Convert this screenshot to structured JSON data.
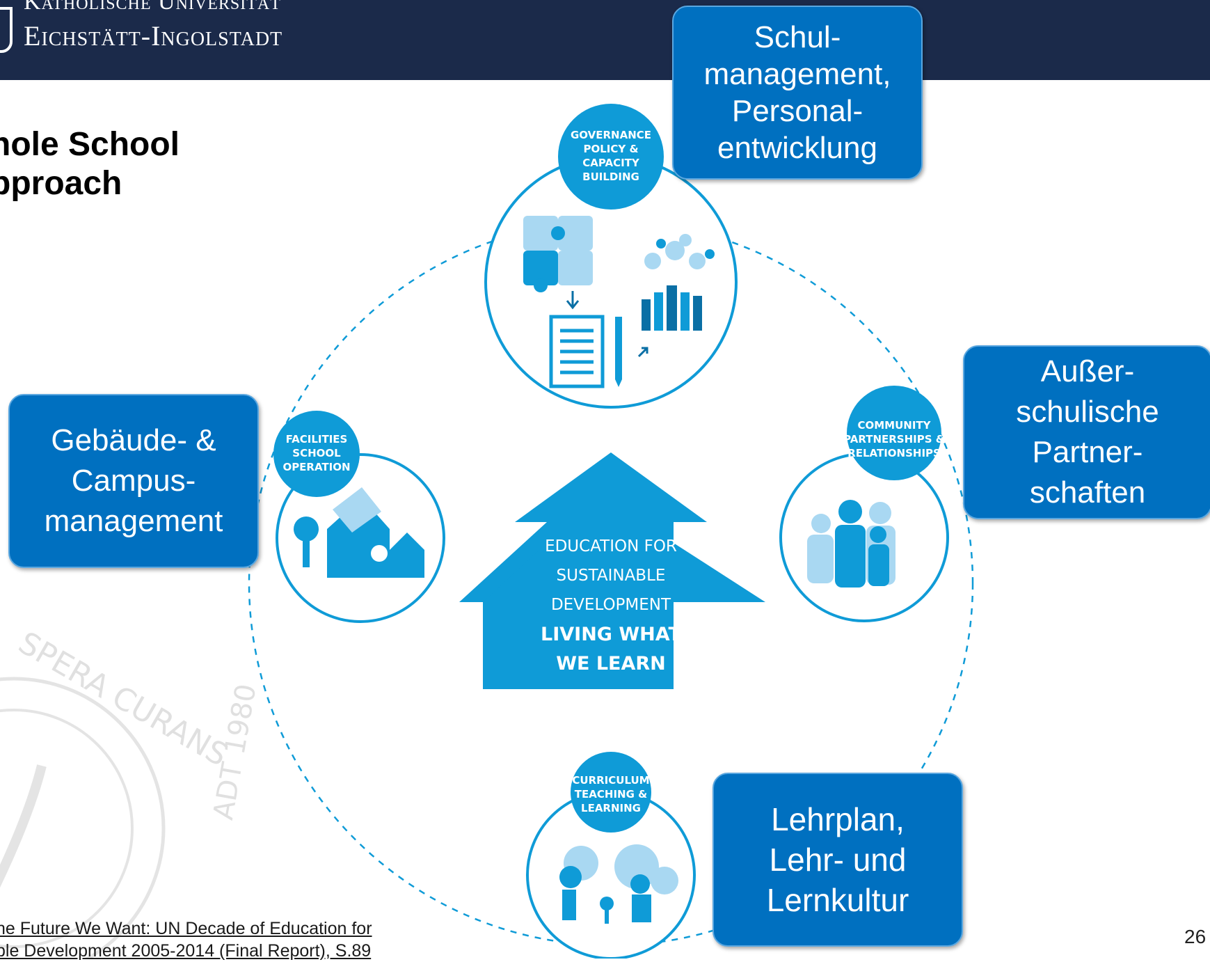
{
  "header": {
    "university_line1": "Katholische Universität",
    "university_line2": "Eichstätt-Ingolstadt"
  },
  "title": {
    "line1": "hole School",
    "line2": "pproach"
  },
  "center": {
    "line1": "EDUCATION FOR",
    "line2": "SUSTAINABLE",
    "line3": "DEVELOPMENT",
    "line4": "LIVING WHAT",
    "line5": "WE LEARN"
  },
  "badges": {
    "governance": [
      "GOVERNANCE",
      "POLICY &",
      "CAPACITY",
      "BUILDING"
    ],
    "community": [
      "COMMUNITY",
      "PARTNERSHIPS &",
      "RELATIONSHIPS"
    ],
    "facilities": [
      "FACILITIES",
      "SCHOOL",
      "OPERATION"
    ],
    "curriculum": [
      "CURRICULUM",
      "TEACHING &",
      "LEARNING"
    ]
  },
  "boxes": {
    "top": "Schul-\nmanagement,\nPersonal-\nentwicklung",
    "right": "Außer-\nschulische\nPartner-\nschaften",
    "left": "Gebäude- &\nCampus-\nmanagement",
    "bottom": "Lehrplan,\nLehr- und\nLernkultur"
  },
  "watermark": {
    "text": "SPERA CURANS",
    "year_text": "ADT 1980"
  },
  "source": {
    "line1": "he Future We Want: UN Decade of Education for",
    "line2": "ble Development 2005-2014 (Final Report), S.89"
  },
  "page_number": "26",
  "colors": {
    "header_bg": "#1b2a4a",
    "diagram_blue": "#0f9bd7",
    "box_blue": "#0070c0",
    "icon_light": "#a9d8f2"
  }
}
